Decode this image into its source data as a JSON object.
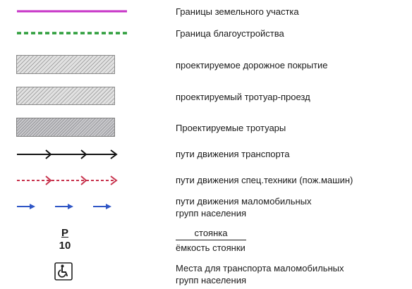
{
  "legend": {
    "items": [
      {
        "key": "land_plot_boundary",
        "label": "Границы земельного участка",
        "color": "#c733c7"
      },
      {
        "key": "landscaping_boundary",
        "label": "Граница благоустройства",
        "color": "#2e9e3c"
      },
      {
        "key": "road_surface",
        "label": "проектируемое дорожное покрытие"
      },
      {
        "key": "sidewalk_driveway",
        "label": "проектируемый тротуар-проезд"
      },
      {
        "key": "sidewalks",
        "label": "Проектируемые тротуары"
      },
      {
        "key": "vehicle_routes",
        "label": "пути движения транспорта",
        "color": "#111111"
      },
      {
        "key": "special_vehicle_routes",
        "label": "пути движения спец.техники (пож.машин)",
        "color": "#c8344e"
      },
      {
        "key": "mobility_routes",
        "label_line1": "пути движения маломобильных",
        "label_line2": "групп населения",
        "color": "#2f56c6"
      },
      {
        "key": "parking",
        "sign_letter": "P",
        "sign_number": "10",
        "label_numerator": "стоянка",
        "label_denominator": "ёмкость стоянки"
      },
      {
        "key": "accessible_parking",
        "icon": "wheelchair-icon",
        "label_line1": "Места для транспорта маломобильных",
        "label_line2": "групп населения"
      }
    ]
  }
}
